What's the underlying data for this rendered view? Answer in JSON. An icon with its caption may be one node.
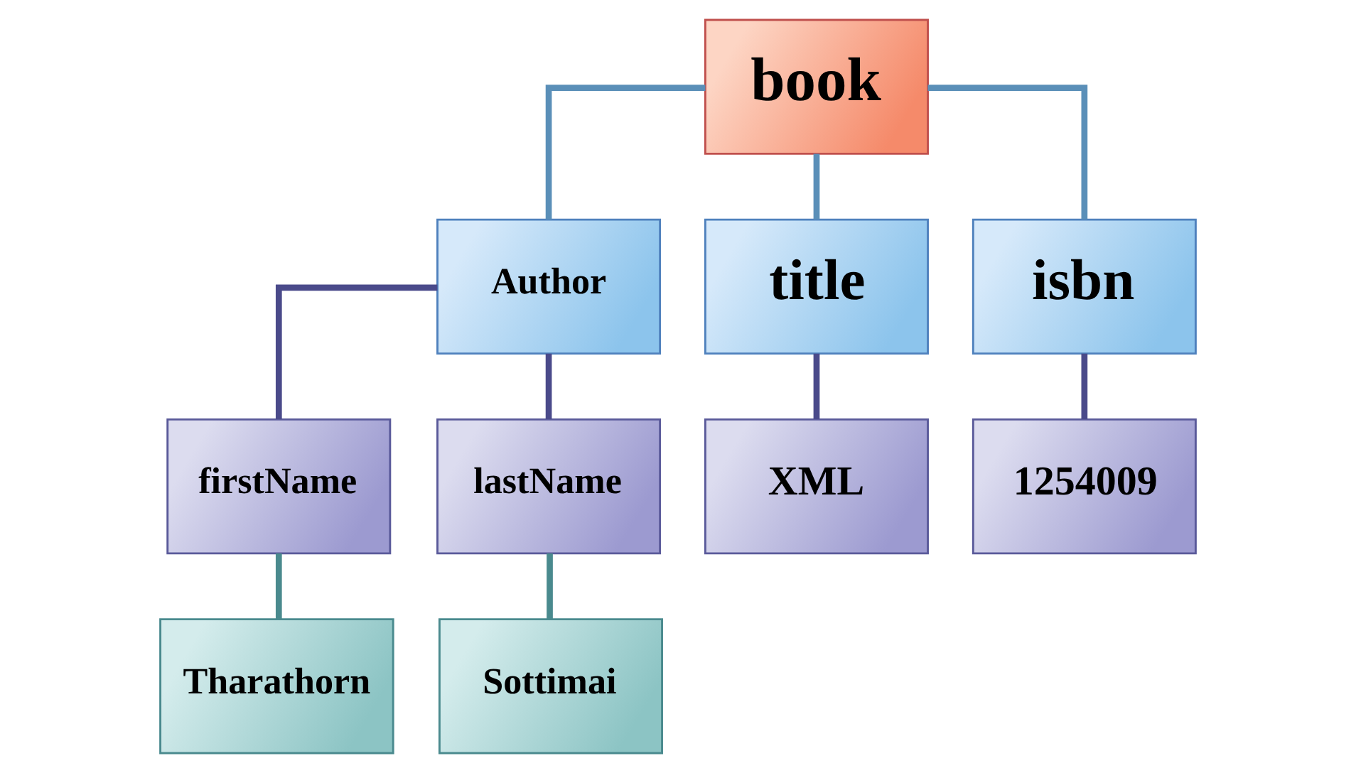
{
  "diagram": {
    "nodes": [
      {
        "text": [
          "book"
        ]
      },
      {
        "text": [
          "Author"
        ]
      },
      {
        "text": [
          "title"
        ]
      },
      {
        "text": [
          "isbn"
        ]
      },
      {
        "text": [
          "firstName"
        ]
      },
      {
        "text": [
          "lastName"
        ]
      },
      {
        "text": [
          "XML"
        ]
      },
      {
        "text": [
          "1254009"
        ]
      },
      {
        "text": [
          "Tharathorn"
        ]
      },
      {
        "text": [
          "Sottimai"
        ]
      }
    ],
    "edges": [
      {
        "from": 0,
        "to": 1,
        "arrow": "none",
        "color": "#5a8fb8"
      },
      {
        "from": 0,
        "to": 2,
        "arrow": "none",
        "color": "#5a8fb8"
      },
      {
        "from": 0,
        "to": 3,
        "arrow": "none",
        "color": "#5a8fb8"
      },
      {
        "from": 1,
        "to": 4,
        "arrow": "none"
      },
      {
        "from": 1,
        "to": 5,
        "arrow": "none"
      },
      {
        "from": 2,
        "to": 6,
        "arrow": "none"
      },
      {
        "from": 3,
        "to": 7,
        "arrow": "none"
      },
      {
        "from": 4,
        "to": 8,
        "arrow": "none",
        "color": "#4a8a8e"
      },
      {
        "from": 5,
        "to": 9,
        "arrow": "none",
        "color": "#4a8a8e"
      }
    ]
  }
}
